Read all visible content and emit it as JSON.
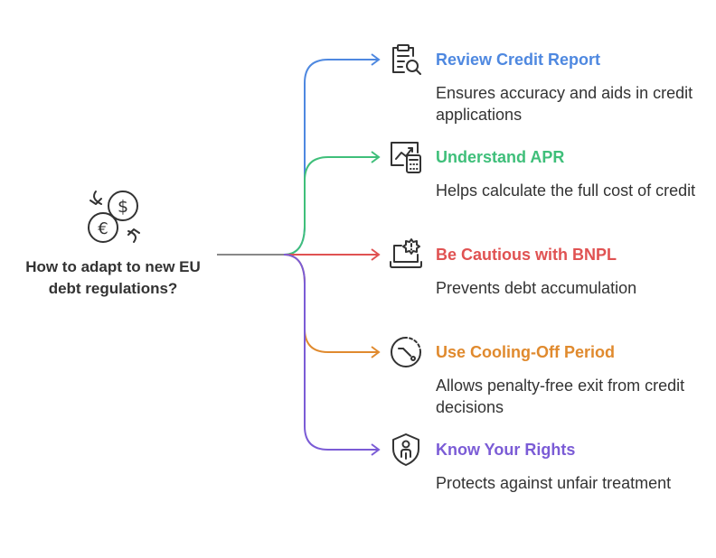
{
  "center": {
    "label": "How to adapt to new EU debt regulations?",
    "icon": "currency-exchange-icon"
  },
  "branches": [
    {
      "title": "Review Credit Report",
      "description": "Ensures accuracy and aids in credit applications",
      "color": "#4e88e0",
      "icon": "clipboard-search-icon"
    },
    {
      "title": "Understand APR",
      "description": "Helps calculate the full cost of credit",
      "color": "#3fbf7a",
      "icon": "chart-calculator-icon"
    },
    {
      "title": "Be Cautious with BNPL",
      "description": "Prevents debt accumulation",
      "color": "#e05252",
      "icon": "laptop-alert-icon"
    },
    {
      "title": "Use Cooling-Off Period",
      "description": "Allows penalty-free exit from credit decisions",
      "color": "#e08a2e",
      "icon": "timer-icon"
    },
    {
      "title": "Know Your Rights",
      "description": "Protects against unfair treatment",
      "color": "#7b5cd6",
      "icon": "shield-person-icon"
    }
  ]
}
